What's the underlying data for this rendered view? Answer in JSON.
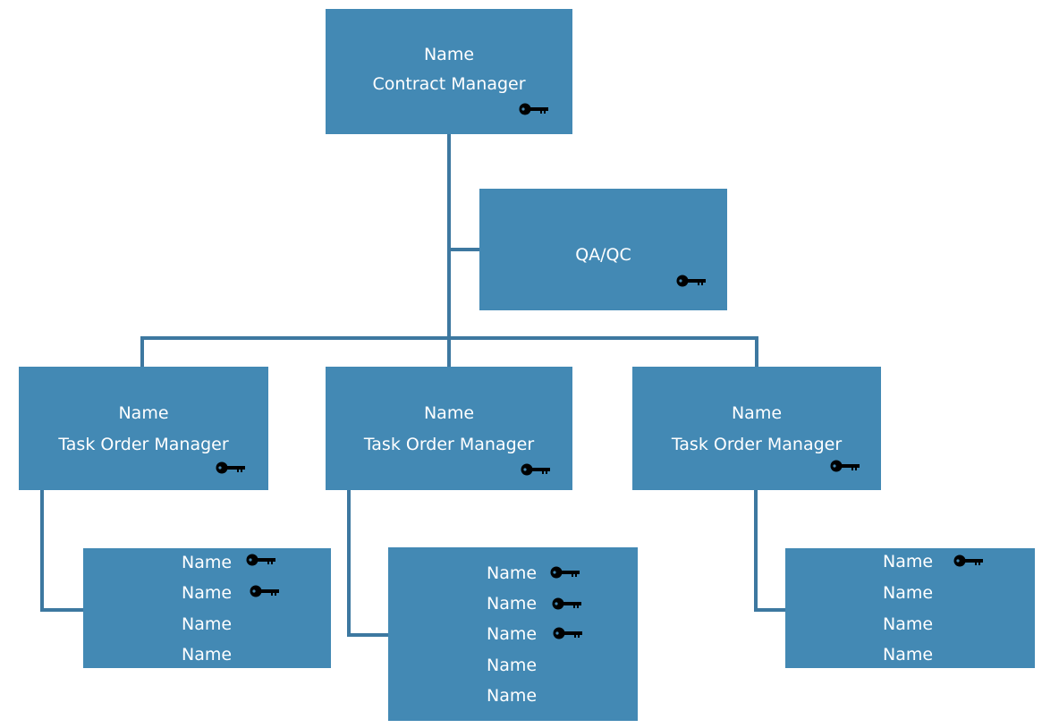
{
  "colors": {
    "box_fill": "#4389b4",
    "connector": "#3d78a0",
    "text": "#ffffff",
    "key": "#000000"
  },
  "icon": "key-icon",
  "top": {
    "name": "Name",
    "title": "Contract Manager"
  },
  "qa": {
    "label": "QA/QC"
  },
  "managers": [
    {
      "name": "Name",
      "title": "Task Order Manager"
    },
    {
      "name": "Name",
      "title": "Task Order Manager"
    },
    {
      "name": "Name",
      "title": "Task Order Manager"
    }
  ],
  "teams": [
    {
      "members": [
        "Name",
        "Name",
        "Name",
        "Name"
      ],
      "keys": [
        true,
        true,
        false,
        false
      ]
    },
    {
      "members": [
        "Name",
        "Name",
        "Name",
        "Name",
        "Name"
      ],
      "keys": [
        true,
        true,
        true,
        false,
        false
      ]
    },
    {
      "members": [
        "Name",
        "Name",
        "Name",
        "Name"
      ],
      "keys": [
        true,
        false,
        false,
        false
      ]
    }
  ]
}
